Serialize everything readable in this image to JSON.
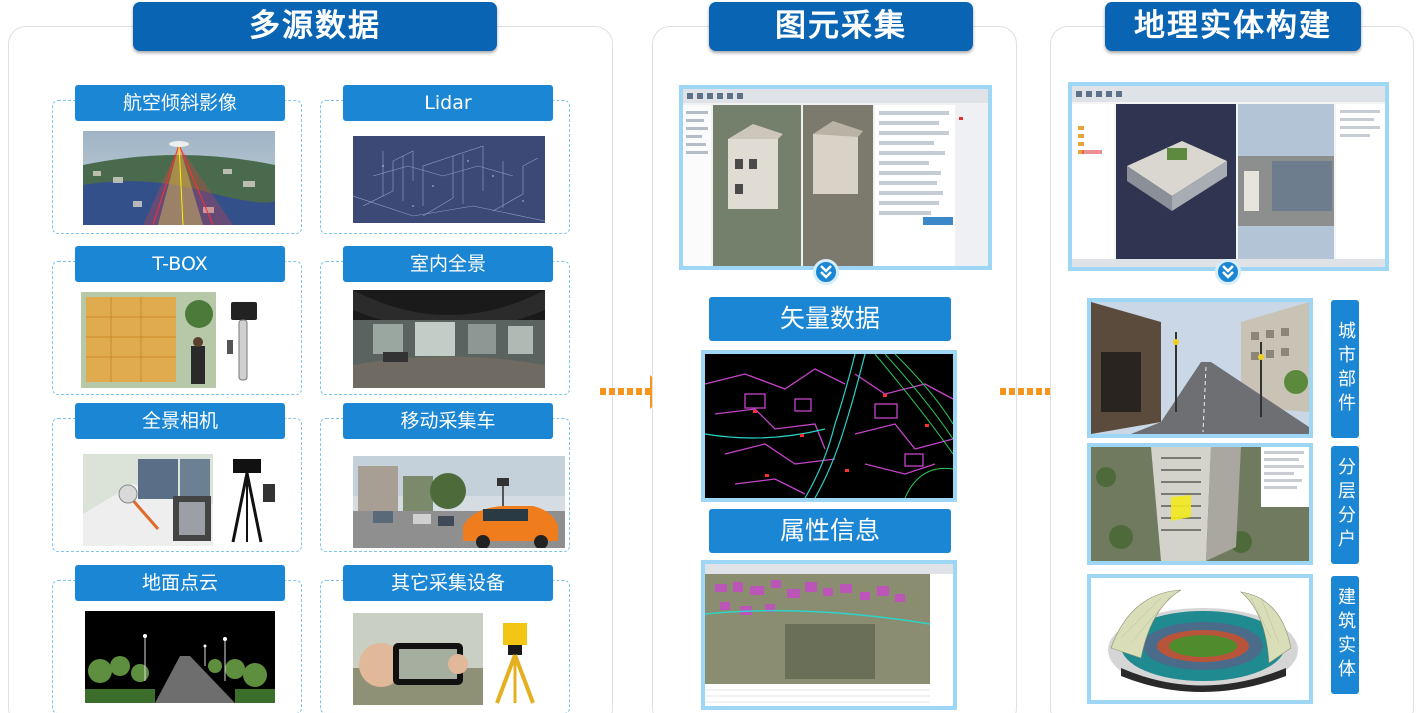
{
  "panels": {
    "sources": {
      "title": "多源数据"
    },
    "capture": {
      "title": "图元采集"
    },
    "entity": {
      "title": "地理实体构建"
    }
  },
  "sources": {
    "aerial": "航空倾斜影像",
    "lidar": "Lidar",
    "tbox": "T-BOX",
    "indoor": "室内全景",
    "panocam": "全景相机",
    "vehicle": "移动采集车",
    "ground": "地面点云",
    "other": "其它采集设备"
  },
  "capture": {
    "vector": "矢量数据",
    "attribute": "属性信息"
  },
  "entity": {
    "urban": "城市部件",
    "layer": "分层分户",
    "building": "建筑实体"
  },
  "icons": {
    "flow_arrow": "dotted-right-arrow-icon",
    "down": "double-chevron-down-icon"
  },
  "colors": {
    "title_bg": "#0a64b4",
    "label_bg": "#1b86d3",
    "frame_border": "#9ed7f5",
    "arrow": "#f7941d"
  }
}
